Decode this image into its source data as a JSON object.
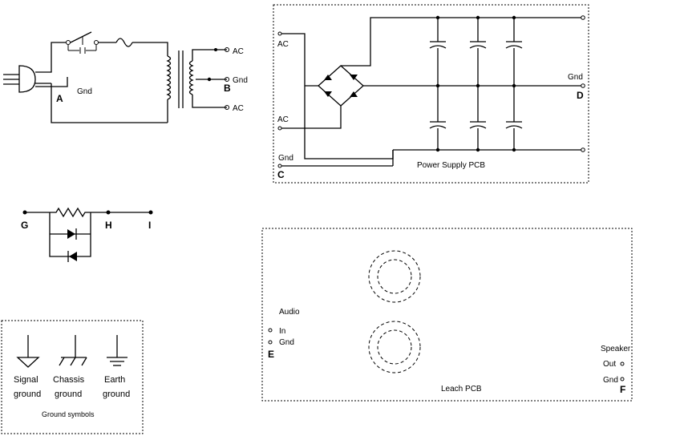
{
  "transformer_circuit": {
    "point_a": "A",
    "gnd": "Gnd",
    "point_b": "B",
    "ac_top": "AC",
    "gnd_mid": "Gnd",
    "ac_bottom": "AC"
  },
  "power_supply": {
    "title": "Power Supply  PCB",
    "ac_in_top": "AC",
    "ac_in_bottom": "AC",
    "gnd_in": "Gnd",
    "point_c": "C",
    "gnd_out": "Gnd",
    "point_d": "D"
  },
  "diode_network": {
    "point_g": "G",
    "point_h": "H",
    "point_i": "I"
  },
  "ground_symbols": {
    "caption": "Ground symbols",
    "signal_1": "Signal",
    "signal_2": "ground",
    "chassis_1": "Chassis",
    "chassis_2": "ground",
    "earth_1": "Earth",
    "earth_2": "ground"
  },
  "leach_pcb": {
    "title": "Leach PCB",
    "audio": "Audio",
    "in": "In",
    "gnd": "Gnd",
    "point_e": "E",
    "speaker": "Speaker",
    "out": "Out",
    "spk_gnd": "Gnd",
    "point_f": "F"
  }
}
